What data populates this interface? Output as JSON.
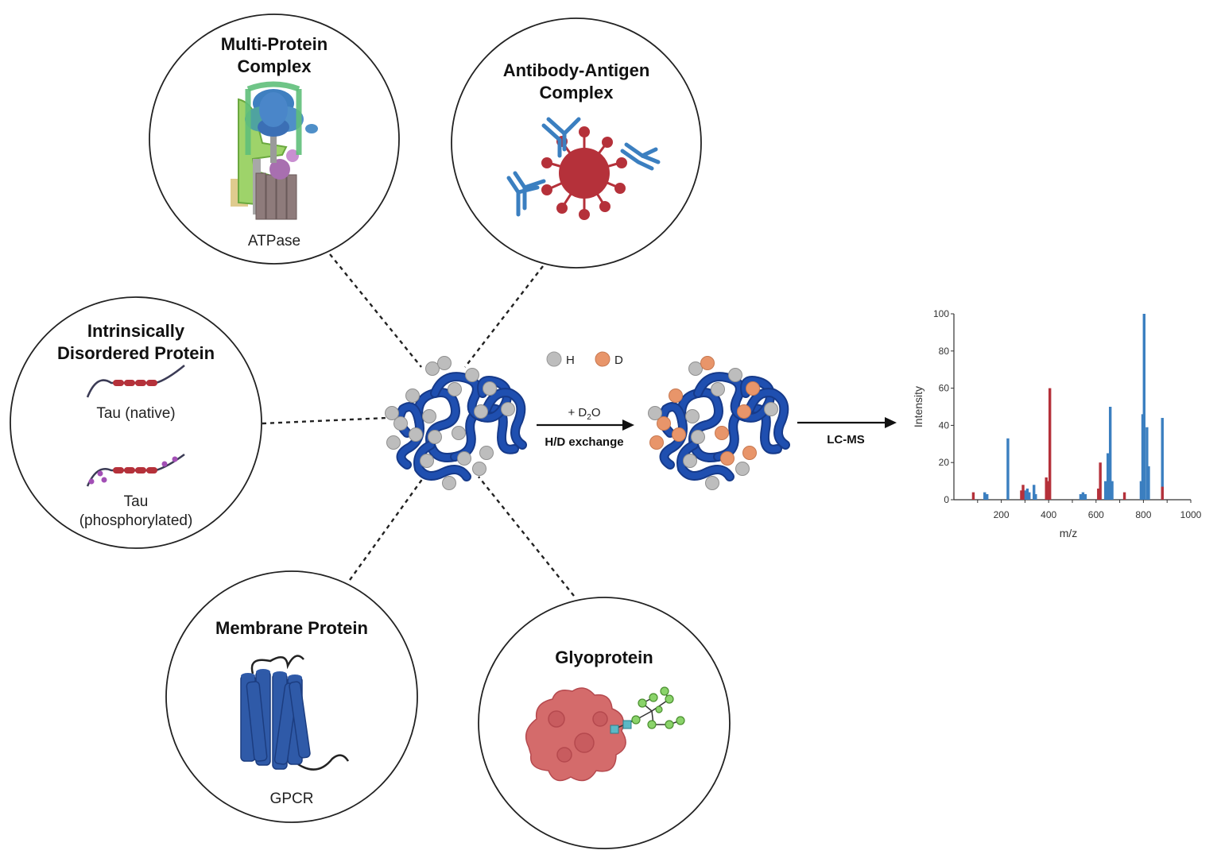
{
  "circles": {
    "multi_protein": {
      "title_line1": "Multi-Protein",
      "title_line2": "Complex",
      "caption": "ATPase"
    },
    "antibody": {
      "title_line1": "Antibody-Antigen",
      "title_line2": "Complex"
    },
    "idp": {
      "title_line1": "Intrinsically",
      "title_line2": "Disordered Protein",
      "caption_native": "Tau (native)",
      "caption_phos_line1": "Tau",
      "caption_phos_line2": "(phosphorylated)"
    },
    "membrane": {
      "title": "Membrane Protein",
      "caption": "GPCR"
    },
    "glyco": {
      "title": "Glyoprotein"
    }
  },
  "legend": {
    "h_label": "H",
    "d_label": "D",
    "h_color": "#bdbdbd",
    "d_color": "#e8956a"
  },
  "exchange": {
    "top_prefix": "+ D",
    "top_sub": "2",
    "top_suffix": "O",
    "bottom": "H/D exchange"
  },
  "lcms": {
    "label": "LC-MS"
  },
  "colors": {
    "protein_blue": "#1f4fb0",
    "antigen_red": "#b5313a",
    "series_blue": "#3b7fc0",
    "series_red": "#b5313a"
  },
  "chart_data": {
    "type": "bar",
    "xlabel": "m/z",
    "ylabel": "Intensity",
    "xlim": [
      0,
      1000
    ],
    "ylim": [
      0,
      100
    ],
    "xticks": [
      200,
      400,
      600,
      800,
      1000
    ],
    "yticks": [
      0,
      20,
      40,
      60,
      80,
      100
    ],
    "series": [
      {
        "color": "#3b7fc0",
        "points": [
          [
            130,
            4
          ],
          [
            140,
            3
          ],
          [
            228,
            33
          ],
          [
            300,
            5
          ],
          [
            310,
            6
          ],
          [
            318,
            4
          ],
          [
            338,
            8
          ],
          [
            345,
            3
          ],
          [
            535,
            3
          ],
          [
            545,
            4
          ],
          [
            555,
            3
          ],
          [
            640,
            10
          ],
          [
            650,
            25
          ],
          [
            660,
            50
          ],
          [
            668,
            10
          ],
          [
            790,
            10
          ],
          [
            797,
            46
          ],
          [
            803,
            100
          ],
          [
            815,
            39
          ],
          [
            822,
            18
          ],
          [
            880,
            44
          ]
        ]
      },
      {
        "color": "#b5313a",
        "points": [
          [
            82,
            4
          ],
          [
            285,
            5
          ],
          [
            292,
            8
          ],
          [
            390,
            12
          ],
          [
            398,
            10
          ],
          [
            405,
            60
          ],
          [
            610,
            6
          ],
          [
            618,
            20
          ],
          [
            720,
            4
          ],
          [
            880,
            7
          ]
        ]
      }
    ]
  }
}
